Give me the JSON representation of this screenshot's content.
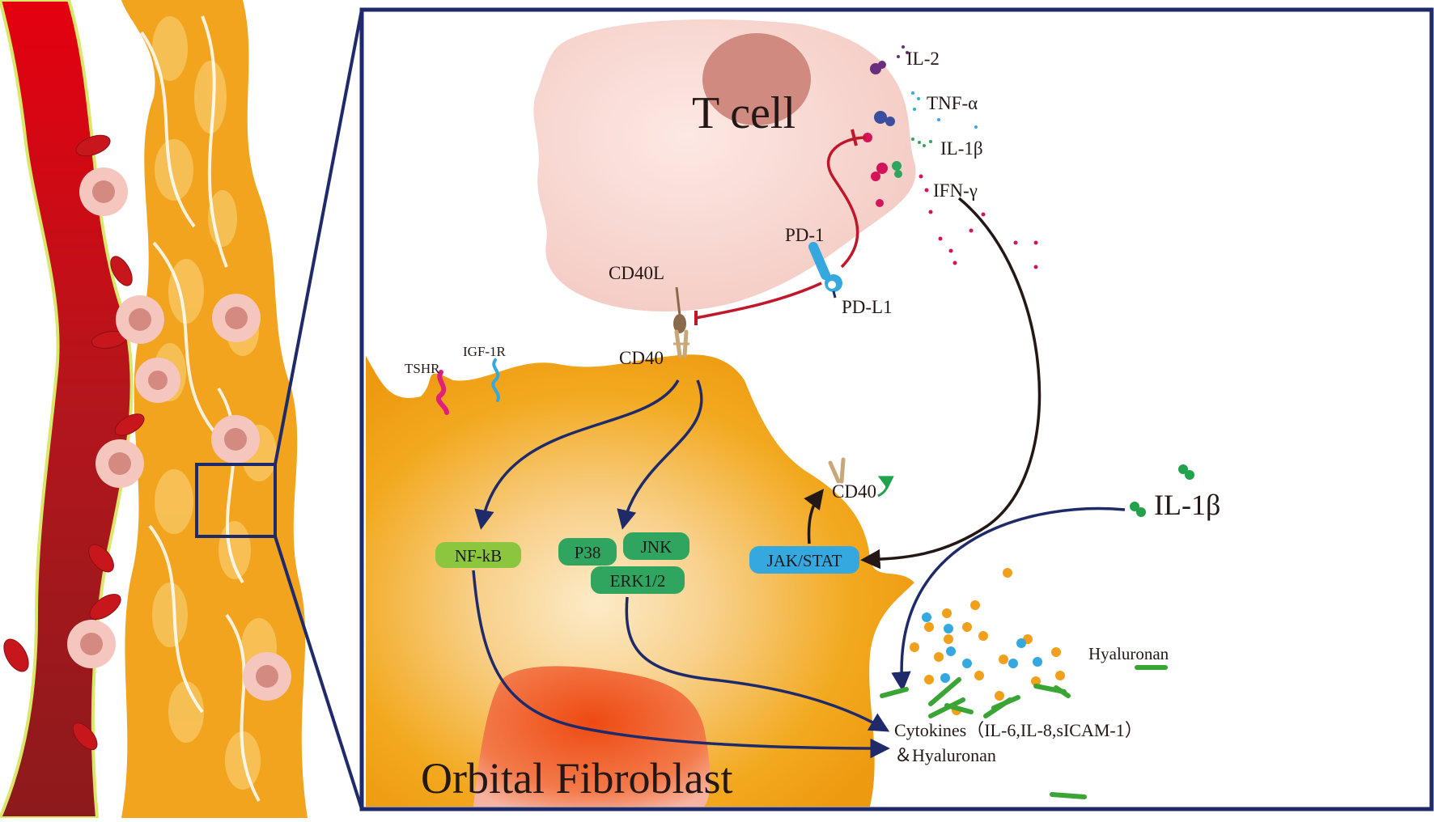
{
  "cells": {
    "t_cell": "T cell",
    "fibroblast": "Orbital Fibroblast"
  },
  "cytokines_released": {
    "il2": "IL-2",
    "tnf": "TNF-α",
    "il1b": "IL-1β",
    "ifng": "IFN-γ"
  },
  "receptors": {
    "pd1": "PD-1",
    "pdl1": "PD-L1",
    "cd40l": "CD40L",
    "cd40": "CD40",
    "cd40_upregulated": "CD40",
    "tshr": "TSHR",
    "igf1r": "IGF-1R"
  },
  "pathways": {
    "nfkb": "NF-kB",
    "p38": "P38",
    "jnk": "JNK",
    "erk": "ERK1/2",
    "jakstat": "JAK/STAT"
  },
  "external": {
    "il1b": "IL-1β",
    "hyaluronan": "Hyaluronan"
  },
  "outputs": {
    "line1": "Cytokines（IL-6,IL-8,sICAM-1）",
    "line2": "＆Hyaluronan"
  },
  "colors": {
    "frame": "#1f2a6b",
    "fibroblast": "#f0a01a",
    "t_cell": "#f6d2cc",
    "vessel": "#c0161c",
    "arrow_dark": "#1f2a6b",
    "inhibit": "#c0182a",
    "ifn_arrow": "#231815",
    "pill_green": "#2fa560",
    "pill_lime": "#8cc63e",
    "pill_blue": "#36a8e0"
  }
}
